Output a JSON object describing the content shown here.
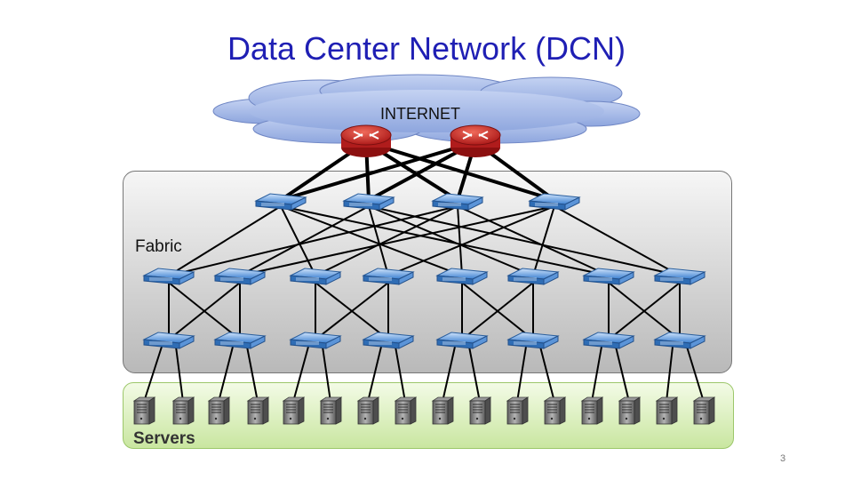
{
  "title": "Data Center Network (DCN)",
  "labels": {
    "internet": "INTERNET",
    "fabric": "Fabric",
    "servers": "Servers"
  },
  "page_number": "3",
  "colors": {
    "title": "#1f1fb4",
    "cloud": "#a6b9e6",
    "router": "#c0282a",
    "switch": "#3d83d2",
    "server": "#7a7a7a",
    "fabric_panel": "#c9c9c9",
    "servers_panel": "#d6edb5"
  },
  "icons": [
    "cloud-icon",
    "router-icon",
    "switch-icon",
    "server-icon"
  ],
  "topology": {
    "routers": 2,
    "core_switches": 4,
    "aggregation_switches": 8,
    "edge_switches": 8,
    "servers": 16
  }
}
